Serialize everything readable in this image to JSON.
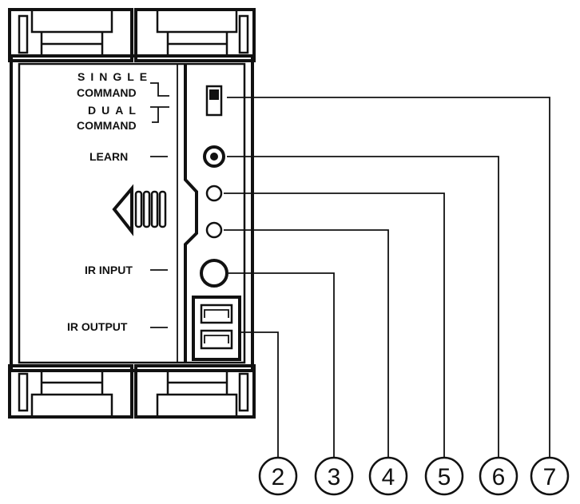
{
  "labels": {
    "single_1": "SINGLE",
    "single_2": "COMMAND",
    "dual_1": "DUAL",
    "dual_2": "COMMAND",
    "learn": "LEARN",
    "ir_input": "IR INPUT",
    "ir_output": "IR OUTPUT"
  },
  "callouts": [
    "2",
    "3",
    "4",
    "5",
    "6",
    "7"
  ]
}
